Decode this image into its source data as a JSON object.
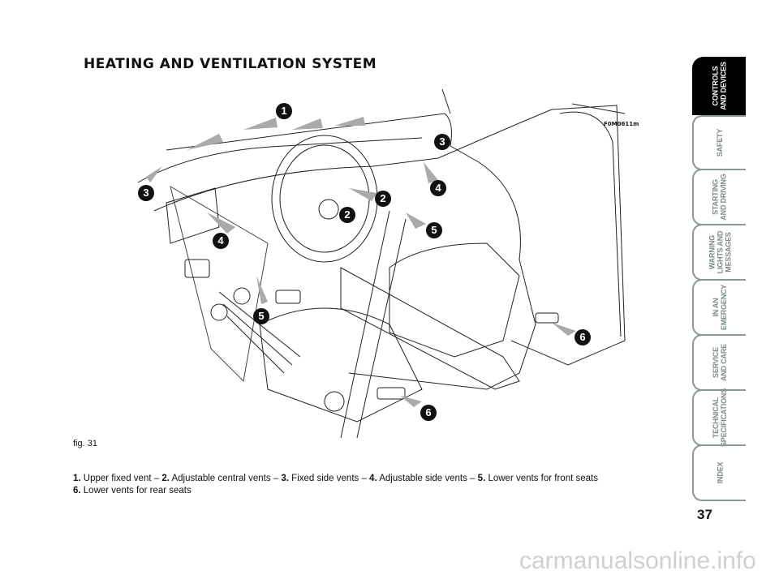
{
  "title": "HEATING AND VENTILATION SYSTEM",
  "figure": {
    "code": "F0M0611m",
    "label": "fig. 31",
    "callouts": [
      "1",
      "2",
      "2",
      "3",
      "3",
      "4",
      "4",
      "5",
      "5",
      "6",
      "6"
    ]
  },
  "caption": {
    "items": [
      {
        "n": "1.",
        "text": " Upper fixed vent – "
      },
      {
        "n": "2.",
        "text": " Adjustable central vents – "
      },
      {
        "n": "3.",
        "text": " Fixed side vents – "
      },
      {
        "n": "4.",
        "text": " Adjustable side vents – "
      },
      {
        "n": "5.",
        "text": " Lower vents for front seats"
      },
      {
        "n": "6.",
        "text": " Lower vents for rear seats"
      }
    ]
  },
  "tabs": [
    {
      "label": "CONTROLS\nAND DEVICES",
      "active": true
    },
    {
      "label": "SAFETY"
    },
    {
      "label": "STARTING\nAND DRIVING"
    },
    {
      "label": "WARNING\nLIGHTS AND\nMESSAGES"
    },
    {
      "label": "IN AN\nEMERGENCY"
    },
    {
      "label": "SERVICE\nAND CARE"
    },
    {
      "label": "TECHNICAL\nSPECIFICATIONS"
    },
    {
      "label": "INDEX"
    }
  ],
  "page_number": "37",
  "watermark": "carmanualsonline.info"
}
